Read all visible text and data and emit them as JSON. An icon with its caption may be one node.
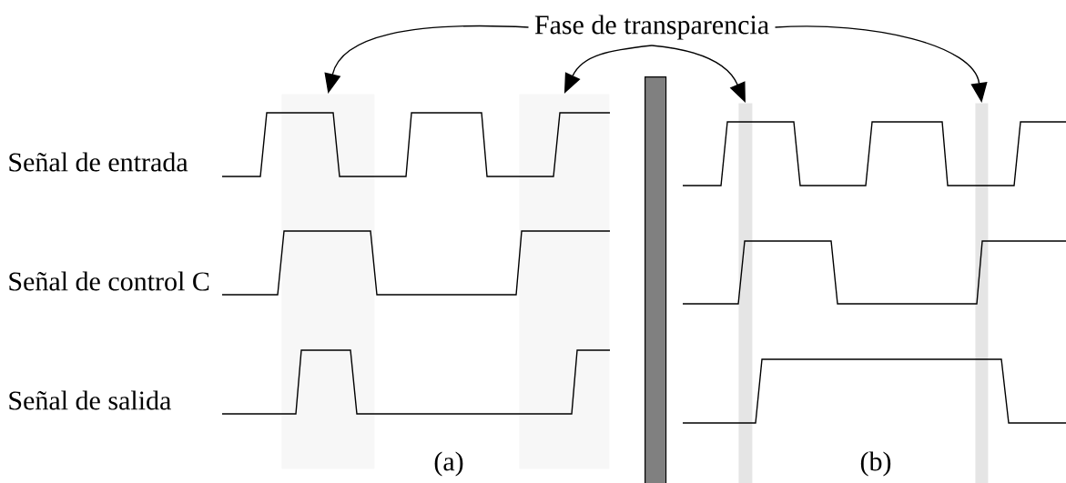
{
  "diagram": {
    "nodes": [
      {
        "text": [
          "Fase de transparencia"
        ]
      },
      {
        "text": [],
        "shape": "bar"
      },
      {
        "text": [],
        "shape": "bar"
      },
      {
        "text": [],
        "shape": "bar"
      },
      {
        "text": [],
        "shape": "bar"
      },
      {
        "text": [],
        "shape": "bar"
      }
    ],
    "edges": [
      {
        "from": 0,
        "to": 1,
        "arrow": "to"
      },
      {
        "from": 0,
        "to": 2,
        "arrow": "to"
      },
      {
        "from": 0,
        "to": 4,
        "arrow": "to"
      },
      {
        "from": 0,
        "to": 5,
        "arrow": "to"
      }
    ],
    "labels": [
      "Señal de entrada",
      "Señal de control C",
      "Señal de salida",
      "(a)",
      "(b)"
    ]
  }
}
